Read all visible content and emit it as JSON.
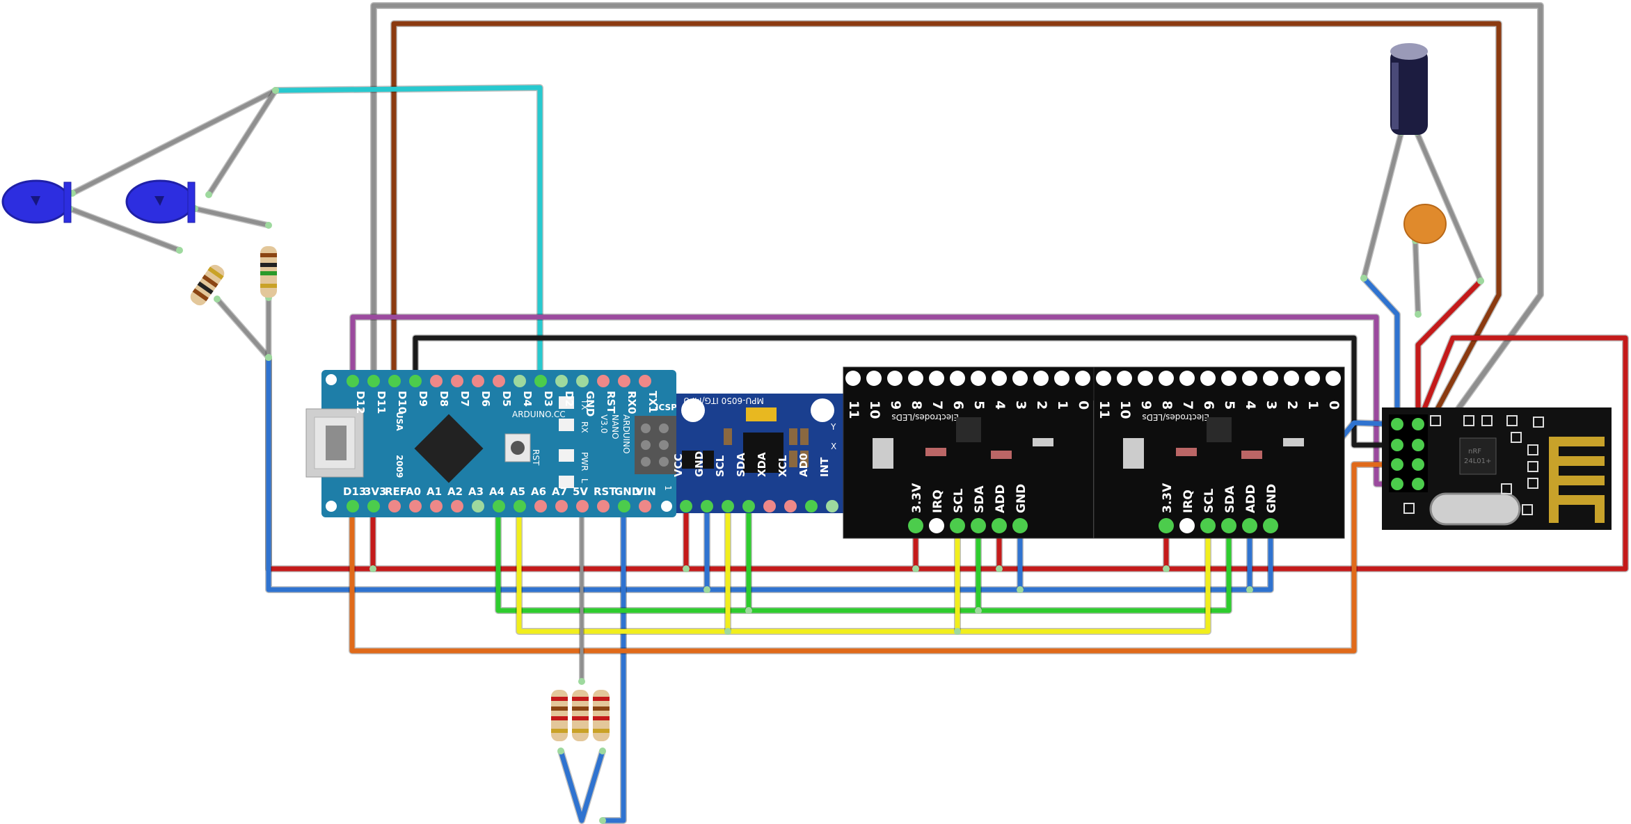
{
  "arduino": {
    "top_pins": [
      "D12",
      "D11",
      "D10",
      "D9",
      "D8",
      "D7",
      "D6",
      "D5",
      "D4",
      "D3",
      "D2",
      "GND",
      "RST",
      "RX0",
      "TX1"
    ],
    "bottom_pins": [
      "D13",
      "3V3",
      "REF",
      "A0",
      "A1",
      "A2",
      "A3",
      "A4",
      "A5",
      "A6",
      "A7",
      "5V",
      "RST",
      "GND",
      "VIN"
    ],
    "brand": "ARDUINO.CC",
    "model_lines": [
      "ARDUINO",
      "NANO",
      "V3.0"
    ],
    "year": "2009",
    "country": "USA",
    "led_labels": [
      "TX",
      "RX",
      "PWR",
      "L"
    ],
    "rst_label": "RST",
    "icsp_label": "ICSP",
    "icsp_num": "1"
  },
  "mpu": {
    "title": "MPU-6050 ITG/MPU",
    "pins": [
      "VCC",
      "GND",
      "SCL",
      "SDA",
      "XDA",
      "XCL",
      "AD0",
      "INT"
    ],
    "axes": [
      "Y",
      "X"
    ]
  },
  "touch_boards": [
    {
      "header": "Electrodes/LEDs",
      "numbers": [
        "11",
        "10",
        "9",
        "8",
        "7",
        "6",
        "5",
        "4",
        "3",
        "2",
        "1",
        "0"
      ],
      "pins": [
        "3.3V",
        "IRQ",
        "SCL",
        "SDA",
        "ADD",
        "GND"
      ]
    },
    {
      "header": "Electrodes/LEDs",
      "numbers": [
        "11",
        "10",
        "9",
        "8",
        "7",
        "6",
        "5",
        "4",
        "3",
        "2",
        "1",
        "0"
      ],
      "pins": [
        "3.3V",
        "IRQ",
        "SCL",
        "SDA",
        "ADD",
        "GND"
      ]
    }
  ],
  "nrf": {
    "chip_text": [
      "nRF",
      "24L01+"
    ]
  },
  "colors": {
    "arduino_board": "#1e7ea8",
    "mpu_board": "#1a3f8f",
    "touch_board": "#0d0d0d",
    "nrf_board": "#111111",
    "wire_gray": "#8f8f8f",
    "wire_brown": "#8b3a10",
    "wire_cyan": "#27c9cf",
    "wire_purple": "#9b4a9e",
    "wire_black": "#1a1a1a",
    "wire_red": "#c41a1a",
    "wire_blue": "#2f73d0",
    "wire_green": "#2ecc2e",
    "wire_yellow": "#f1ee1c",
    "wire_orange": "#e06a1a",
    "wire_white": "#e8e8e8",
    "led_blue": "#2d2ee0",
    "capacitor": "#1c1c40",
    "ceramic_cap": "#e08a2c",
    "resistor_body": "#e3c79a"
  },
  "components": {
    "leds": [
      "led-1",
      "led-2"
    ],
    "resistors": 5,
    "electrolytic_capacitor": 1,
    "ceramic_capacitor": 1
  }
}
